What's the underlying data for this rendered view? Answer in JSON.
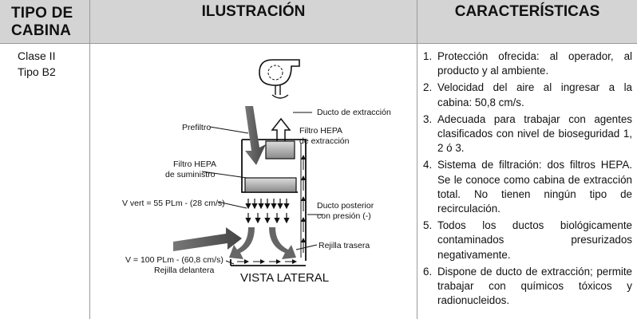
{
  "headers": {
    "tipo_line1": "TIPO DE",
    "tipo_line2": "CABINA",
    "ilustracion": "ILUSTRACIÓN",
    "caracteristicas": "CARACTERÍSTICAS"
  },
  "cabina": {
    "clase": "Clase II",
    "tipo": "Tipo B2"
  },
  "illustration": {
    "ducto_extraccion": "Ducto de extracción",
    "prefiltro": "Prefiltro",
    "filtro_hepa_ext_1": "Filtro HEPA",
    "filtro_hepa_ext_2": "de extracción",
    "filtro_hepa_sum_1": "Filtro HEPA",
    "filtro_hepa_sum_2": "de suministro",
    "v_vert": "V vert = 55 PLm - (28 cm/s)",
    "ducto_posterior_1": "Ducto posterior",
    "ducto_posterior_2": "con presión (-)",
    "rejilla_trasera": "Rejilla trasera",
    "v_100": "V = 100 PLm - (60,8 cm/s)",
    "rejilla_delantera": "Rejilla delantera",
    "vista_lateral": "VISTA LATERAL"
  },
  "features": [
    {
      "num": "1.",
      "text": "Protección ofrecida: al operador, al producto y al ambiente."
    },
    {
      "num": "2.",
      "text": "Velocidad del aire al ingresar a la cabina: 50,8 cm/s."
    },
    {
      "num": "3.",
      "text": "Adecuada para trabajar con agentes clasificados con nivel de bioseguridad 1, 2 ó 3."
    },
    {
      "num": "4.",
      "text": "Sistema de filtración: dos filtros HEPA. Se le conoce como cabina de extracción total. No tienen ningún tipo de recirculación."
    },
    {
      "num": "5.",
      "text": "Todos los ductos biológicamente contaminados presurizados negativamente."
    },
    {
      "num": "6.",
      "text": "Dispone de ducto de extracción; permite trabajar con químicos tóxicos y radionucleidos."
    }
  ]
}
